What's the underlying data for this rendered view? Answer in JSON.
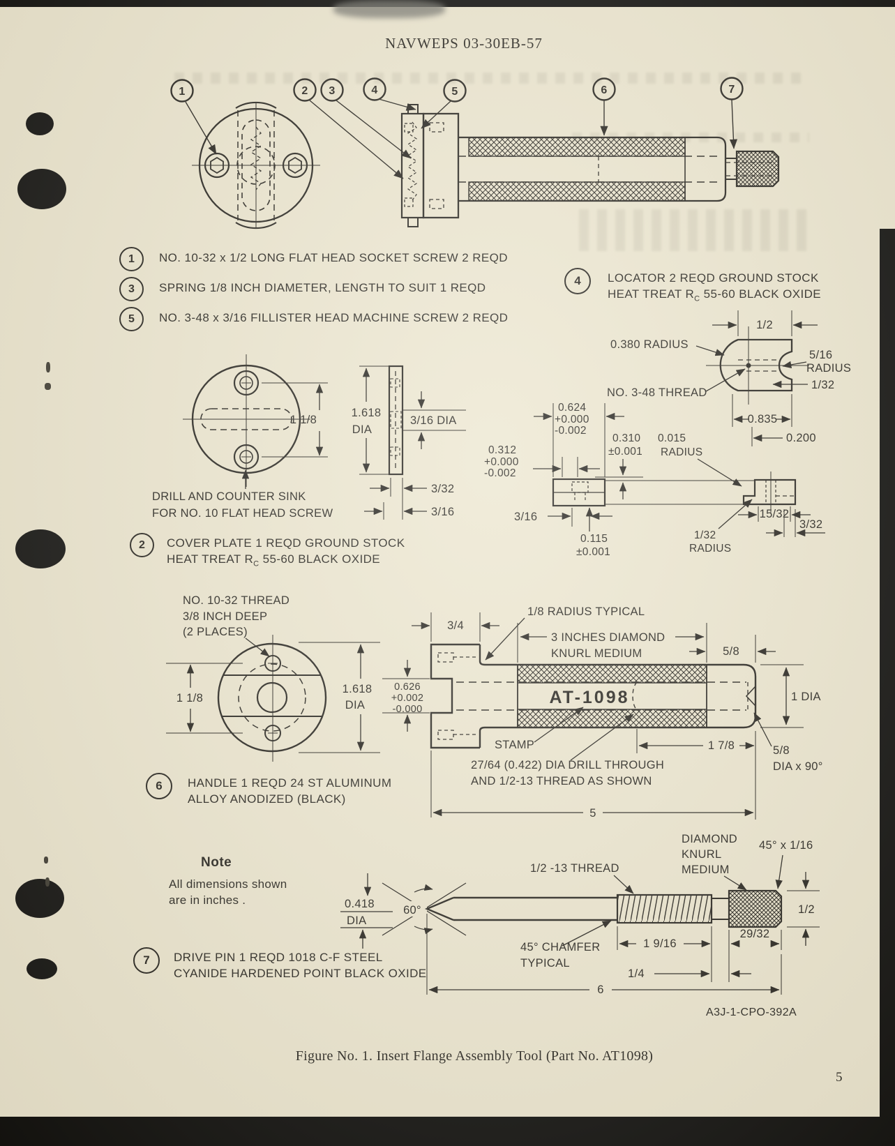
{
  "header": {
    "doc_number": "NAVWEPS 03-30EB-57"
  },
  "callouts": [
    "1",
    "2",
    "3",
    "4",
    "5",
    "6",
    "7"
  ],
  "parts_list": {
    "p1": {
      "num": "1",
      "text": "NO. 10-32 x 1/2 LONG FLAT HEAD SOCKET SCREW 2 REQD"
    },
    "p3": {
      "num": "3",
      "text": "SPRING 1/8 INCH DIAMETER,  LENGTH TO SUIT 1 REQD"
    },
    "p5": {
      "num": "5",
      "text": "NO. 3-48 x 3/16 FILLISTER HEAD MACHINE SCREW 2 REQD"
    },
    "p4": {
      "num": "4",
      "line1": "LOCATOR 2 REQD GROUND STOCK",
      "line2_pre": "HEAT TREAT R",
      "line2_sub": "C",
      "line2_post": " 55-60 BLACK OXIDE"
    },
    "p2": {
      "num": "2",
      "line1": "COVER PLATE 1 REQD GROUND STOCK",
      "line2_pre": "HEAT TREAT R",
      "line2_sub": "C",
      "line2_post": " 55-60 BLACK OXIDE"
    },
    "p6": {
      "num": "6",
      "line1": "HANDLE 1 REQD  24 ST ALUMINUM",
      "line2": "ALLOY ANODIZED (BLACK)"
    },
    "p7": {
      "num": "7",
      "line1": "DRIVE PIN 1 REQD  1018 C-F STEEL",
      "line2": "CYANIDE HARDENED POINT BLACK OXIDE"
    }
  },
  "cover_plate": {
    "note_line1": "DRILL AND COUNTER SINK",
    "note_line2": "FOR NO. 10 FLAT HEAD SCREW",
    "dim_width": "1 1/8",
    "dim_dia1": "1.618",
    "dim_dia1b": "DIA",
    "dim_dia2": "3/16 DIA",
    "dim_t1": "3/32",
    "dim_t2": "3/16"
  },
  "locator": {
    "dim_half": "1/2",
    "r380": "0.380 RADIUS",
    "r516a": "5/16",
    "r516b": "RADIUS",
    "thread": "NO. 3-48 THREAD",
    "d132": "1/32",
    "d835": "0.835",
    "d200": "0.200",
    "d624a": "0.624",
    "d624b": "+0.000",
    "d624c": "-0.002",
    "d312a": "0.312",
    "d312b": "+0.000",
    "d312c": "-0.002",
    "d310a": "0.310",
    "d310b": "±0.001",
    "r015a": "0.015",
    "r015b": "RADIUS",
    "d316": "3/16",
    "d115a": "0.115",
    "d115b": "±0.001",
    "r132a": "1/32",
    "r132b": "RADIUS",
    "d1532": "15/32",
    "d332": "3/32"
  },
  "handle": {
    "thread_note1": "NO. 10-32 THREAD",
    "thread_note2": "3/8 INCH DEEP",
    "thread_note3": "(2 PLACES)",
    "dim_118": "1 1/8",
    "dia1": "1.618",
    "dia1b": "DIA",
    "d34": "3/4",
    "r18": "1/8 RADIUS TYPICAL",
    "knurl1": "3 INCHES  DIAMOND",
    "knurl2": "KNURL MEDIUM",
    "d58": "5/8",
    "d626a": "0.626",
    "d626b": "+0.002",
    "d626c": "-0.000",
    "stamp_text": "AT-1098",
    "stamp_label": "STAMP",
    "drill1": "27/64 (0.422) DIA DRILL THROUGH",
    "drill2": "AND 1/2-13 THREAD AS SHOWN",
    "d178": "1 7/8",
    "d58dia1": "5/8",
    "d58dia2": "DIA x 90°",
    "dia_1": "1 DIA",
    "d5": "5"
  },
  "note": {
    "title": "Note",
    "line1": "All dimensions shown",
    "line2": "are in inches ."
  },
  "drive_pin": {
    "d418a": "0.418",
    "d418b": "DIA",
    "a60": "60°",
    "thread": "1/2 -13 THREAD",
    "knurl1": "DIAMOND",
    "knurl2": "KNURL",
    "knurl3": "MEDIUM",
    "chamfer_small": "45°  x 1/16",
    "d12": "1/2",
    "chamfer1": "45° CHAMFER",
    "chamfer2": "TYPICAL",
    "d1916": "1  9/16",
    "d14": "1/4",
    "d2932": "29/32",
    "d6": "6"
  },
  "footer": {
    "drawing_ref": "A3J-1-CPO-392A",
    "caption": "Figure No. 1.  Insert Flange Assembly Tool (Part No. AT1098)",
    "page_number": "5"
  }
}
